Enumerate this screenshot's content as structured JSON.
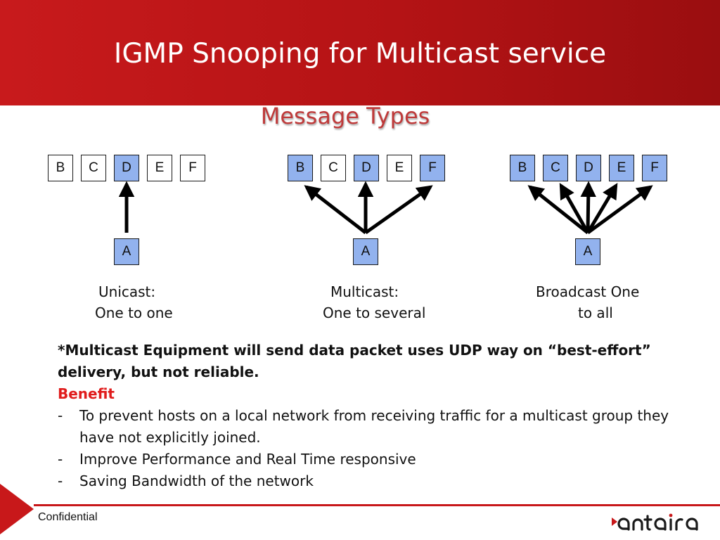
{
  "title": "IGMP Snooping for Multicast service",
  "subtitle": "Message Types",
  "diagrams": [
    {
      "nodes": [
        "B",
        "C",
        "D",
        "E",
        "F"
      ],
      "highlighted": [
        "D"
      ],
      "source": "A",
      "caption_line1": "Unicast:",
      "caption_line2": "One to one"
    },
    {
      "nodes": [
        "B",
        "C",
        "D",
        "E",
        "F"
      ],
      "highlighted": [
        "B",
        "D",
        "F"
      ],
      "source": "A",
      "caption_line1": "Multicast:",
      "caption_line2": "One to several"
    },
    {
      "nodes": [
        "B",
        "C",
        "D",
        "E",
        "F"
      ],
      "highlighted": [
        "B",
        "C",
        "D",
        "E",
        "F"
      ],
      "source": "A",
      "caption_line1": "Broadcast One",
      "caption_line2": "to all"
    }
  ],
  "note": "*Multicast Equipment will send data packet uses UDP way on “best-effort” delivery, but not reliable.",
  "benefit_heading": "Benefit",
  "benefits": [
    "To prevent hosts on a local network from receiving traffic for a multicast group they have not explicitly joined.",
    "Improve Performance and Real Time responsive",
    "Saving Bandwidth of the network"
  ],
  "bullet_marker": "-",
  "footer": {
    "confidential": "Confidential",
    "logo_text": "antaira"
  },
  "colors": {
    "header_red": "#b41315",
    "subtitle_red": "#bf3a3a",
    "benefit_red": "#e01c1c",
    "highlight_blue": "#92b2ee",
    "footer_red": "#c8181a"
  }
}
